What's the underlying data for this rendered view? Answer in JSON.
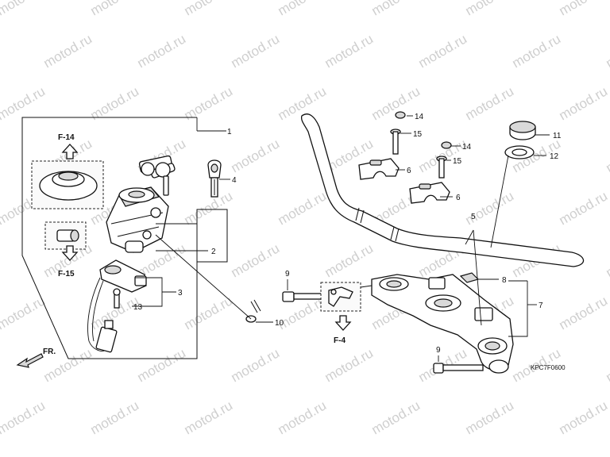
{
  "watermark": {
    "text": "motod.ru"
  },
  "diagram_code": "KPC7F0600",
  "direction": {
    "label": "FR."
  },
  "references": {
    "f14": "F-14",
    "f15": "F-15",
    "f4": "F-4"
  },
  "callouts": {
    "c1": "1",
    "c2": "2",
    "c3": "3",
    "c4": "4",
    "c5": "5",
    "c6a": "6",
    "c6b": "6",
    "c7": "7",
    "c8": "8",
    "c9a": "9",
    "c9b": "9",
    "c10": "10",
    "c11": "11",
    "c12": "12",
    "c13": "13",
    "c14a": "14",
    "c14b": "14",
    "c15a": "15",
    "c15b": "15"
  }
}
